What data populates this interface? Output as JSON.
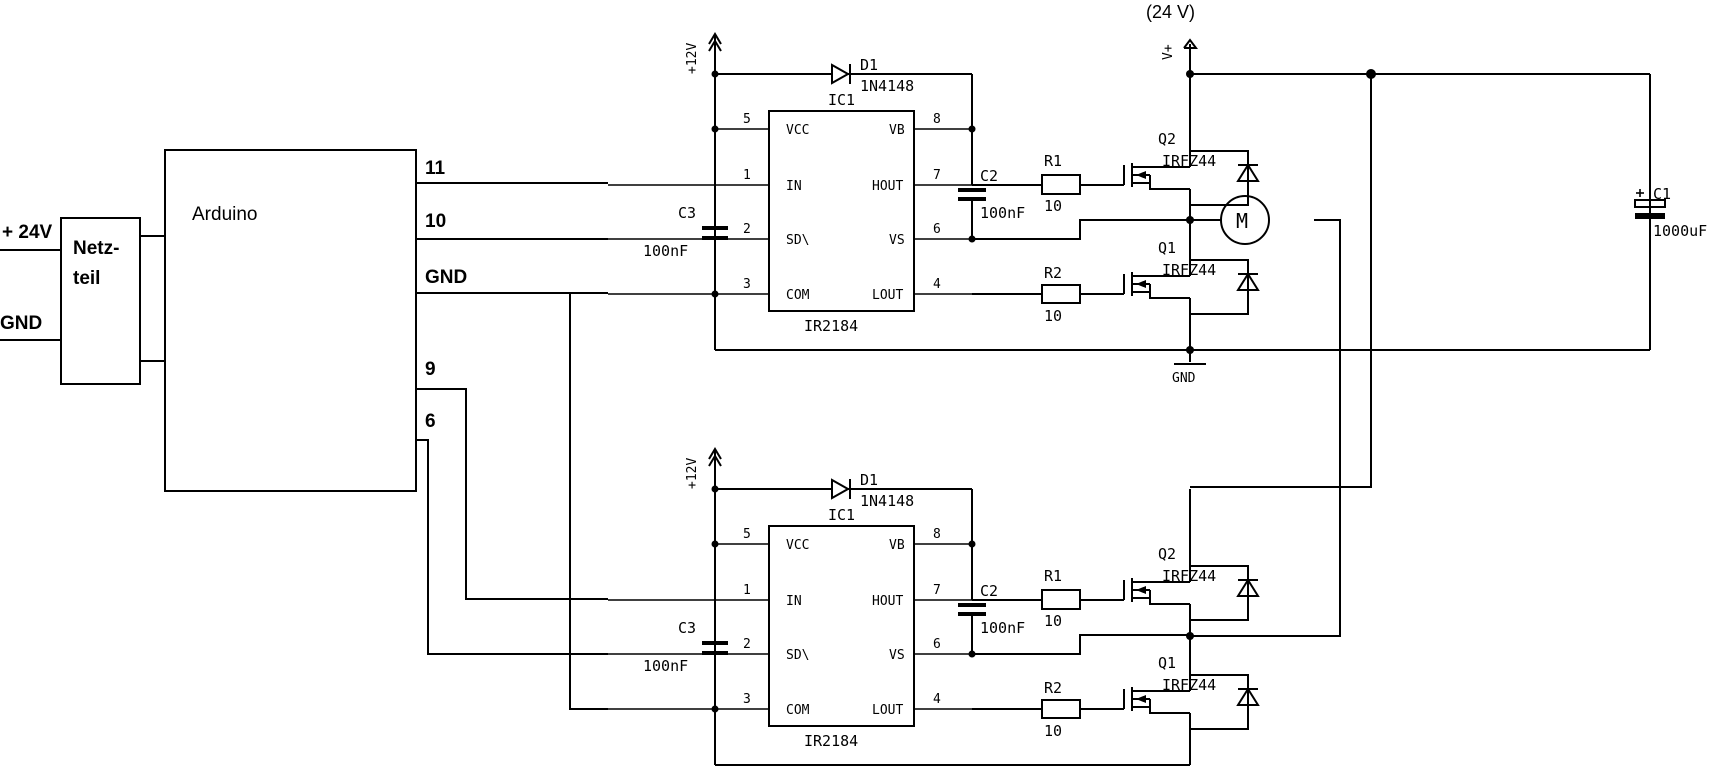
{
  "power_supply": {
    "label_line1": "Netz-",
    "label_line2": "teil",
    "in_plus": "+ 24V",
    "in_gnd": "GND"
  },
  "arduino": {
    "label": "Arduino",
    "pins": {
      "p11": "11",
      "p10": "10",
      "gnd": "GND",
      "p9": "9",
      "p6": "6"
    }
  },
  "supply": {
    "vcc12": "+12V",
    "vplus": "V+",
    "vplus_value": "(24 V)",
    "gnd": "GND"
  },
  "motor": {
    "label": "M"
  },
  "bulk_cap": {
    "name": "C1",
    "value": "1000uF"
  },
  "stages": [
    {
      "ic_ref": "IC1",
      "ic_part": "IR2184",
      "diode_ref": "D1",
      "diode_part": "1N4148",
      "c_boot_ref": "C2",
      "c_boot_value": "100nF",
      "c_vcc_ref": "C3",
      "c_vcc_value": "100nF",
      "r_high_ref": "R1",
      "r_high_value": "10",
      "r_low_ref": "R2",
      "r_low_value": "10",
      "q_high_ref": "Q2",
      "q_high_part": "IRFZ44",
      "q_low_ref": "Q1",
      "q_low_part": "IRFZ44"
    },
    {
      "ic_ref": "IC1",
      "ic_part": "IR2184",
      "diode_ref": "D1",
      "diode_part": "1N4148",
      "c_boot_ref": "C2",
      "c_boot_value": "100nF",
      "c_vcc_ref": "C3",
      "c_vcc_value": "100nF",
      "r_high_ref": "R1",
      "r_high_value": "10",
      "r_low_ref": "R2",
      "r_low_value": "10",
      "q_high_ref": "Q2",
      "q_high_part": "IRFZ44",
      "q_low_ref": "Q1",
      "q_low_part": "IRFZ44"
    }
  ],
  "ic_pins": {
    "left": [
      {
        "num": "5",
        "name": "VCC"
      },
      {
        "num": "1",
        "name": "IN"
      },
      {
        "num": "2",
        "name": "SD\\"
      },
      {
        "num": "3",
        "name": "COM"
      }
    ],
    "right": [
      {
        "num": "8",
        "name": "VB"
      },
      {
        "num": "7",
        "name": "HOUT"
      },
      {
        "num": "6",
        "name": "VS"
      },
      {
        "num": "4",
        "name": "LOUT"
      }
    ]
  }
}
